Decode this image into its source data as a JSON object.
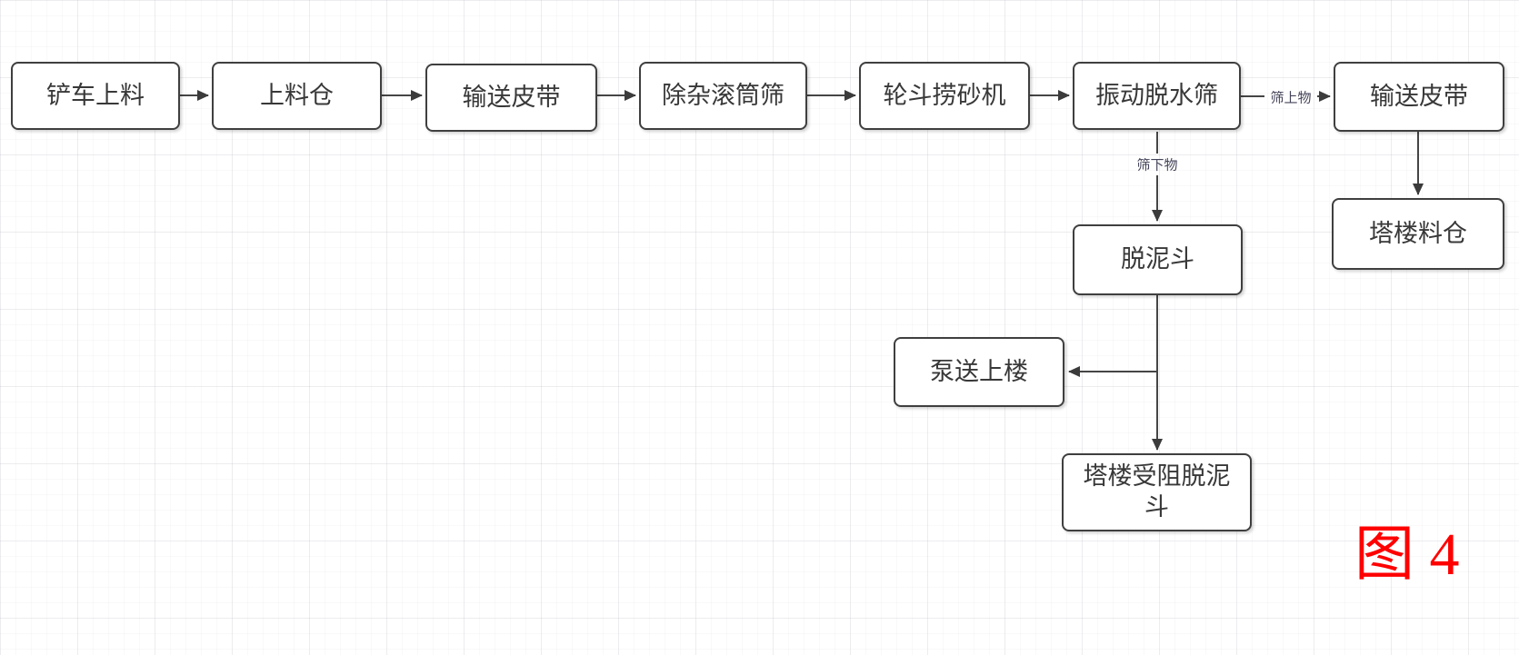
{
  "diagram": {
    "type": "flowchart",
    "nodes": {
      "loader_feed": {
        "label": "铲车上料"
      },
      "feed_bin": {
        "label": "上料仓"
      },
      "conveyor_1": {
        "label": "输送皮带"
      },
      "trommel_screen": {
        "label": "除杂滚筒筛"
      },
      "bucket_dredger": {
        "label": "轮斗捞砂机"
      },
      "dewatering_screen": {
        "label": "振动脱水筛"
      },
      "conveyor_2": {
        "label": "输送皮带"
      },
      "mud_hopper": {
        "label": "脱泥斗"
      },
      "tower_bin": {
        "label": "塔楼料仓"
      },
      "pump_upstairs": {
        "label": "泵送上楼"
      },
      "tower_blocked_hopper": {
        "label": "塔楼受阻脱泥斗"
      }
    },
    "edge_labels": {
      "oversize": "筛上物",
      "undersize": "筛下物"
    },
    "flow": [
      "铲车上料 → 上料仓 → 输送皮带 → 除杂滚筒筛 → 轮斗捞砂机 → 振动脱水筛",
      "振动脱水筛 —筛上物→ 输送皮带 → 塔楼料仓",
      "振动脱水筛 —筛下物→ 脱泥斗 → 泵送上楼",
      "脱泥斗 → 塔楼受阻脱泥斗"
    ],
    "caption": {
      "text": "图 4",
      "color": "#ff0000"
    },
    "colors": {
      "node_border": "#3f3f3f",
      "node_fill": "#ffffff",
      "connector": "#454545",
      "caption": "#ff0000"
    }
  }
}
